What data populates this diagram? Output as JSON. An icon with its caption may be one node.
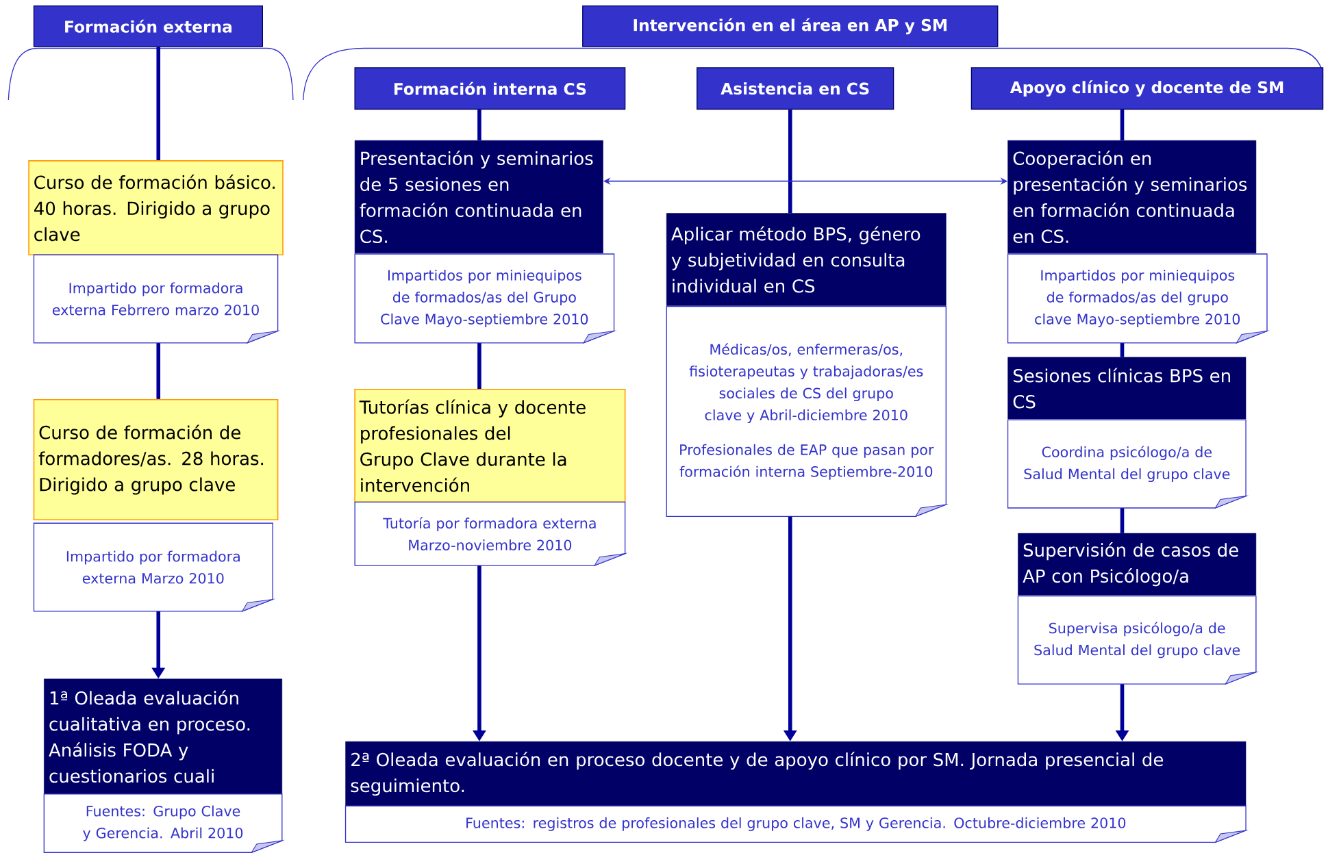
{
  "diagram": {
    "nodes": [
      {
        "text": [
          "Formación externa"
        ]
      },
      {
        "text": [
          "Intervención en el área en  AP y SM"
        ]
      },
      {
        "text": [
          "Formación interna CS"
        ]
      },
      {
        "text": [
          "Asistencia en CS"
        ]
      },
      {
        "text": [
          "Apoyo clínico y docente de SM"
        ]
      },
      {
        "text": [
          "Curso de formación básico. 40 horas. Dirigido a grupo clave"
        ]
      },
      {
        "text": [
          "Impartido por formadora externa Febrrero marzo 2010"
        ]
      },
      {
        "text": [
          "Curso de formación de formadores/as. 28 horas. Dirigido a grupo clave"
        ]
      },
      {
        "text": [
          "Impartido por formadora externa Marzo 2010"
        ]
      },
      {
        "text": [
          "1ª Oleada evaluación cualitativa en proceso. Análisis FODA y cuestionarios cuali"
        ]
      },
      {
        "text": [
          "Fuentes: Grupo Clave y Gerencia.  Abril 2010"
        ]
      },
      {
        "text": [
          "Presentación y seminarios de 5 sesiones en formación continuada en CS."
        ]
      },
      {
        "text": [
          "Impartidos por miniequipos de formados/as del Grupo Clave Mayo-septiembre 2010"
        ]
      },
      {
        "text": [
          "Tutorías clínica y docente profesionales del Grupo Clave durante la intervención"
        ]
      },
      {
        "text": [
          "Tutoría por formadora externa Marzo-noviembre 2010"
        ]
      },
      {
        "text": [
          "Aplicar método BPS, género y subjetividad en consulta individual en CS"
        ]
      },
      {
        "text": [
          "Médicas/os, enfermeras/os, fisioterapeutas y trabajadoras/es sociales de CS del grupo clave y Abril-diciembre 2010",
          "Profesionales de EAP que pasan por  formación interna Septiembre-2010"
        ]
      },
      {
        "text": [
          "Cooperación en presentación y seminarios en formación continuada en CS."
        ]
      },
      {
        "text": [
          "Impartidos por miniequipos de formados/as del grupo clave Mayo-septiembre 2010"
        ]
      },
      {
        "text": [
          "Sesiones clínicas BPS en CS"
        ]
      },
      {
        "text": [
          "Coordina psicólogo/a de Salud Mental del grupo clave"
        ]
      },
      {
        "text": [
          "Supervisión de casos de AP con Psicólogo/a"
        ]
      },
      {
        "text": [
          "Supervisa  psicólogo/a de Salud Mental del grupo clave"
        ]
      },
      {
        "text": [
          "2ª Oleada evaluación en proceso  docente y de apoyo clínico por SM. Jornada presencial de seguimiento."
        ]
      },
      {
        "text": [
          "Fuentes: registros de profesionales del grupo clave,  SM y  Gerencia. Octubre-diciembre 2010"
        ]
      }
    ],
    "edges": [
      {
        "from": 0,
        "to": 5,
        "arrow": "none"
      },
      {
        "from": 6,
        "to": 7,
        "arrow": "none"
      },
      {
        "from": 8,
        "to": 9,
        "arrow": "to"
      },
      {
        "from": 2,
        "to": 11,
        "arrow": "none"
      },
      {
        "from": 12,
        "to": 13,
        "arrow": "none"
      },
      {
        "from": 14,
        "to": 23,
        "arrow": "to"
      },
      {
        "from": 3,
        "to": 15,
        "arrow": "none"
      },
      {
        "from": 16,
        "to": 23,
        "arrow": "to"
      },
      {
        "from": 4,
        "to": 17,
        "arrow": "none"
      },
      {
        "from": 18,
        "to": 19,
        "arrow": "none"
      },
      {
        "from": 20,
        "to": 21,
        "arrow": "none"
      },
      {
        "from": 22,
        "to": 23,
        "arrow": "to"
      },
      {
        "from": 11,
        "to": 17,
        "arrow": "both",
        "color": "#3333cc"
      }
    ]
  }
}
